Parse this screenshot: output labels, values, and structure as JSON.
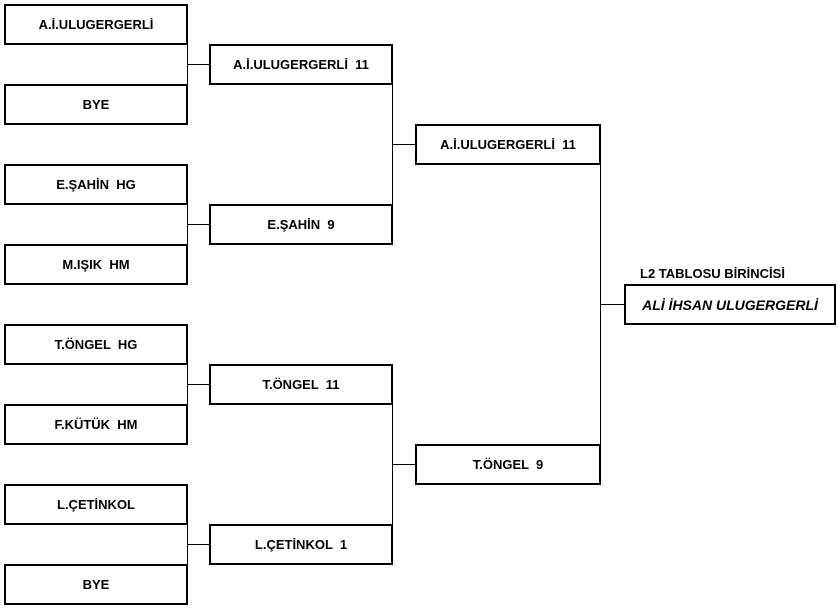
{
  "round1": [
    "A.İ.ULUGERGERLİ",
    "BYE",
    "E.ŞAHİN  HG",
    "M.IŞIK  HM",
    "T.ÖNGEL  HG",
    "F.KÜTÜK  HM",
    "L.ÇETİNKOL",
    "BYE"
  ],
  "round2": [
    "A.İ.ULUGERGERLİ  11",
    "E.ŞAHİN  9",
    "T.ÖNGEL  11",
    "L.ÇETİNKOL  1"
  ],
  "round3": [
    "A.İ.ULUGERGERLİ  11",
    "T.ÖNGEL  9"
  ],
  "champion": {
    "title": "L2 TABLOSU BİRİNCİSİ",
    "name": "ALİ İHSAN ULUGERGERLİ"
  }
}
